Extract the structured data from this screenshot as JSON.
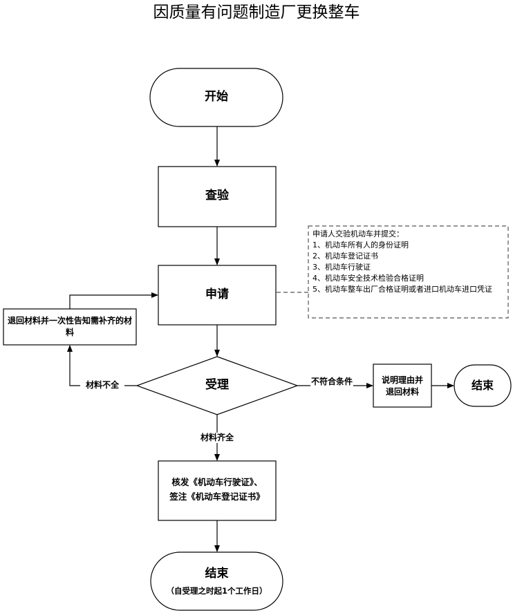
{
  "title": "因质量有问题制造厂更换整车",
  "nodes": {
    "start": "开始",
    "inspect": "查验",
    "apply": "申请",
    "return_materials": "退回材料并一次性告知需补齐的材料",
    "accept": "受理",
    "explain_return": "说明理由并退回材料",
    "end_right": "结束",
    "issue_line1": "核发《机动车行驶证》、",
    "issue_line2": "签注《机动车登记证书》",
    "end_bottom": "结束",
    "end_bottom_note": "（自受理之时起1个工作日）"
  },
  "edge_labels": {
    "incomplete": "材料不全",
    "not_qualified": "不符合条件",
    "complete": "材料齐全"
  },
  "note": {
    "header": "申请人交验机动车并提交：",
    "items": [
      "1、机动车所有人的身份证明",
      "2、机动车登记证书",
      "3、机动车行驶证",
      "4、机动车安全技术检验合格证明",
      "5、机动车整车出厂合格证明或者进口机动车进口凭证"
    ]
  }
}
